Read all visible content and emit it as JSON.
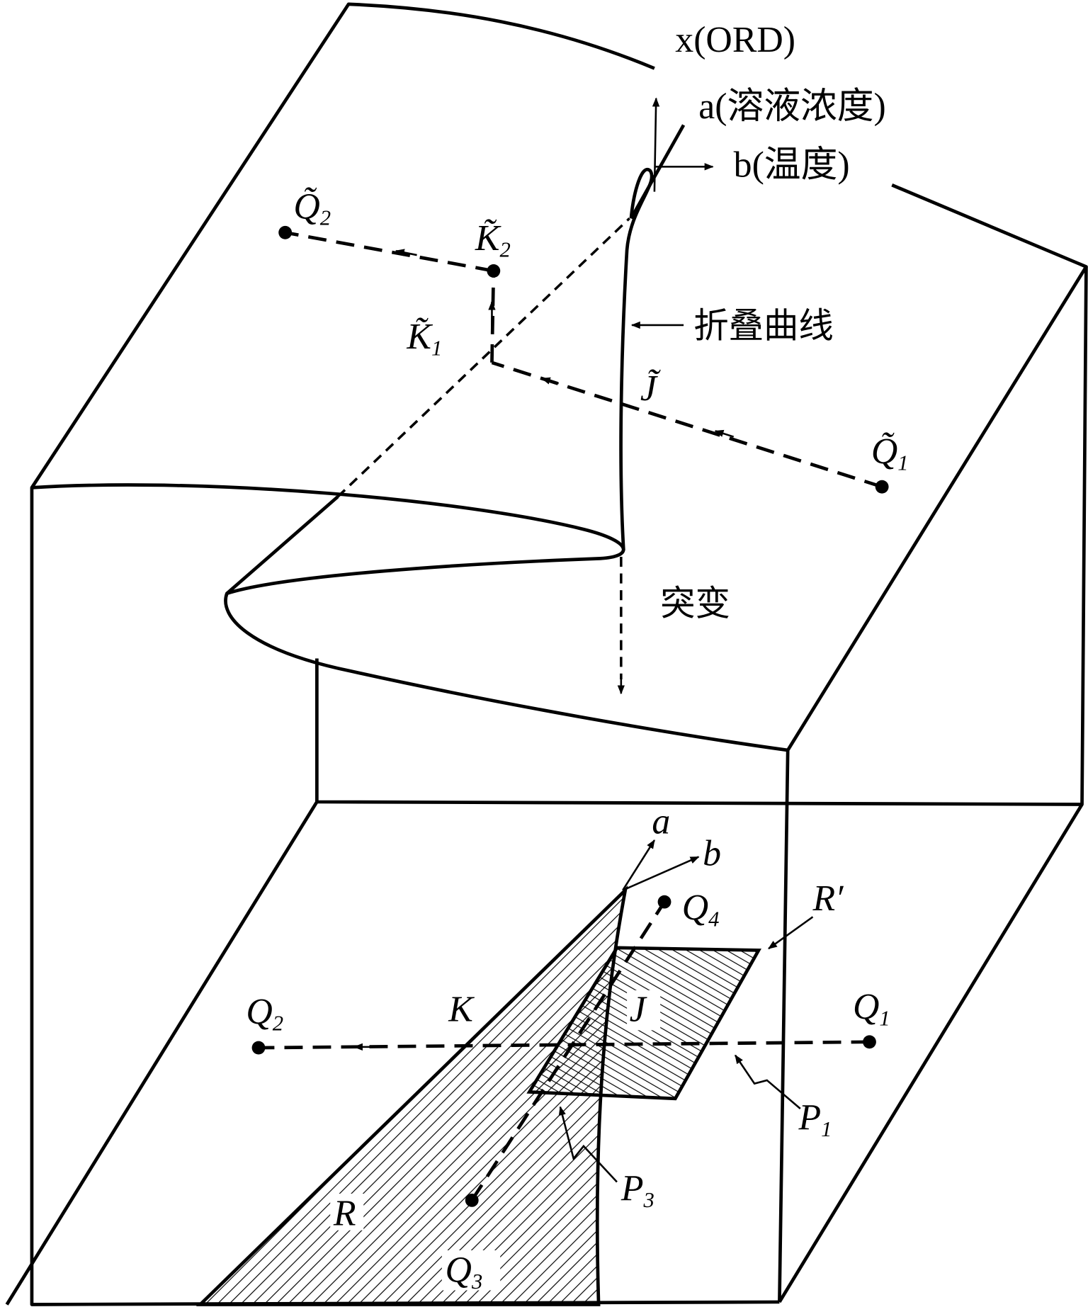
{
  "axes_top": {
    "x_label": "x(ORD)",
    "a_label": "a(溶液浓度)",
    "b_label": "b(温度)"
  },
  "top_points": {
    "q2": {
      "main": "Q̃",
      "sub": "2"
    },
    "k2": {
      "main": "K̃",
      "sub": "2"
    },
    "k1": {
      "main": "K̃",
      "sub": "1"
    },
    "j": "J̃",
    "q1": {
      "main": "Q̃",
      "sub": "1"
    }
  },
  "fold_curve_label": "折叠曲线",
  "catastrophe_label": "突变",
  "bottom": {
    "a_label": "a",
    "b_label": "b",
    "q4": {
      "main": "Q",
      "sub": "4"
    },
    "r_prime": "R′",
    "k": "K",
    "j": "J",
    "q2": {
      "main": "Q",
      "sub": "2"
    },
    "q1": {
      "main": "Q",
      "sub": "1"
    },
    "p1": {
      "main": "P",
      "sub": "1"
    },
    "p3": {
      "main": "P",
      "sub": "3"
    },
    "r": "R",
    "q3": {
      "main": "Q",
      "sub": "3"
    }
  }
}
